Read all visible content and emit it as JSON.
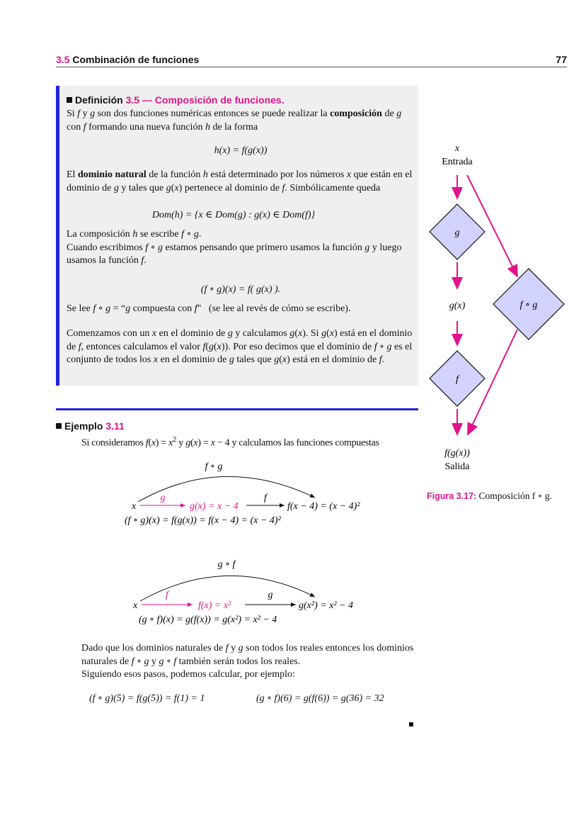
{
  "header": {
    "section_number": "3.5",
    "section_title": "Combinación de funciones",
    "page_number": "77"
  },
  "definition": {
    "label": "Definición",
    "number": "3.5 — Composición de funciones.",
    "formula_h": "h(x) = f(g(x))",
    "formula_dom": "Dom(h) = {x ∈ Dom(g) : g(x) ∈ Dom(f)}",
    "formula_comp": "(f ∘ g)(x) = f(  g(x)  )."
  },
  "example": {
    "label": "Ejemplo",
    "number": "3.11",
    "diagram1": {
      "arc_label": "f ∘ g",
      "x": "x",
      "arrow1": "g",
      "mid": "g(x) = x − 4",
      "arrow2": "f",
      "end": "f(x − 4) = (x − 4)²",
      "result": "(f ∘ g)(x) = f(g(x)) = f(x − 4) = (x − 4)²"
    },
    "diagram2": {
      "arc_label": "g ∘ f",
      "x": "x",
      "arrow1": "f",
      "mid": "f(x) = x²",
      "arrow2": "g",
      "end": "g(x²) = x² − 4",
      "result": "(g ∘ f)(x) = g(f(x)) = g(x²) = x² − 4"
    },
    "calc1": "(f ∘ g)(5) = f(g(5)) = f(1) = 1",
    "calc2": "(g ∘ f)(6) = g(f(6)) = g(36) = 32"
  },
  "figure": {
    "input_var": "x",
    "input_label": "Entrada",
    "box_g": "g",
    "mid_label": "g(x)",
    "box_f": "f",
    "box_fg": "f ∘ g",
    "output_var": "f(g(x))",
    "output_label": "Salida",
    "caption_label": "Figura 3.17:",
    "caption_text": "Composición f ∘ g."
  },
  "colors": {
    "accent": "#e0148c",
    "rule": "#2222dd",
    "box_fill": "#d2d2ff",
    "def_bg": "#efefef"
  }
}
